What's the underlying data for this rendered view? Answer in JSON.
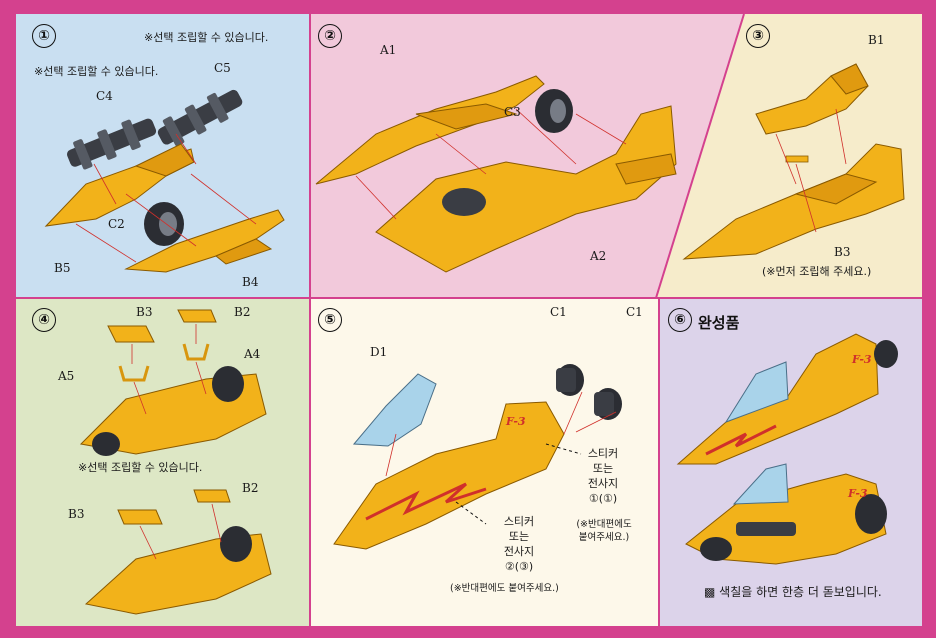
{
  "panels": [
    {
      "step": "①",
      "notes": [
        "※선택 조립할 수 있습니다.",
        "※선택 조립할 수 있습니다."
      ],
      "labels": [
        "C5",
        "C4",
        "C2",
        "B5",
        "B4"
      ]
    },
    {
      "step": "②",
      "labels": [
        "A1",
        "C3",
        "A2"
      ]
    },
    {
      "step": "③",
      "labels": [
        "B1",
        "B3"
      ],
      "notes": [
        "(※먼저 조립해 주세요.)"
      ]
    },
    {
      "step": "④",
      "labels": [
        "B3",
        "B2",
        "A4",
        "A5",
        "B2",
        "B3"
      ],
      "notes": [
        "※선택 조립할 수 있습니다."
      ]
    },
    {
      "step": "⑤",
      "labels": [
        "C1",
        "C1",
        "D1"
      ],
      "sticker_right": [
        "스티커",
        "또는",
        "전사지",
        "①(①)"
      ],
      "sticker_right_note": [
        "(※반대편에도",
        "붙여주세요.)"
      ],
      "sticker_left": [
        "스티커",
        "또는",
        "전사지",
        "②(③)"
      ],
      "sticker_left_note": "(※반대편에도 붙여주세요.)"
    },
    {
      "step": "⑥",
      "title": "완성품",
      "footer": "▩ 색칠을 하면 한층 더 돋보입니다."
    }
  ],
  "decals": [
    "F-3",
    "F-3",
    "F-3"
  ],
  "colors": {
    "border_magenta": "#d4418e",
    "panel1_blue": "#c9dff1",
    "panel2_pink": "#f2c9db",
    "panel3_cream": "#f6eccb",
    "panel4_green": "#dde7c5",
    "panel5_cream": "#fdf8ea",
    "panel6_lavender": "#dcd3ea",
    "part_yellow": "#f2b21a",
    "part_gray": "#3a3d44",
    "canopy_blue": "#a9d3ea",
    "guide_red": "#d0302b"
  }
}
